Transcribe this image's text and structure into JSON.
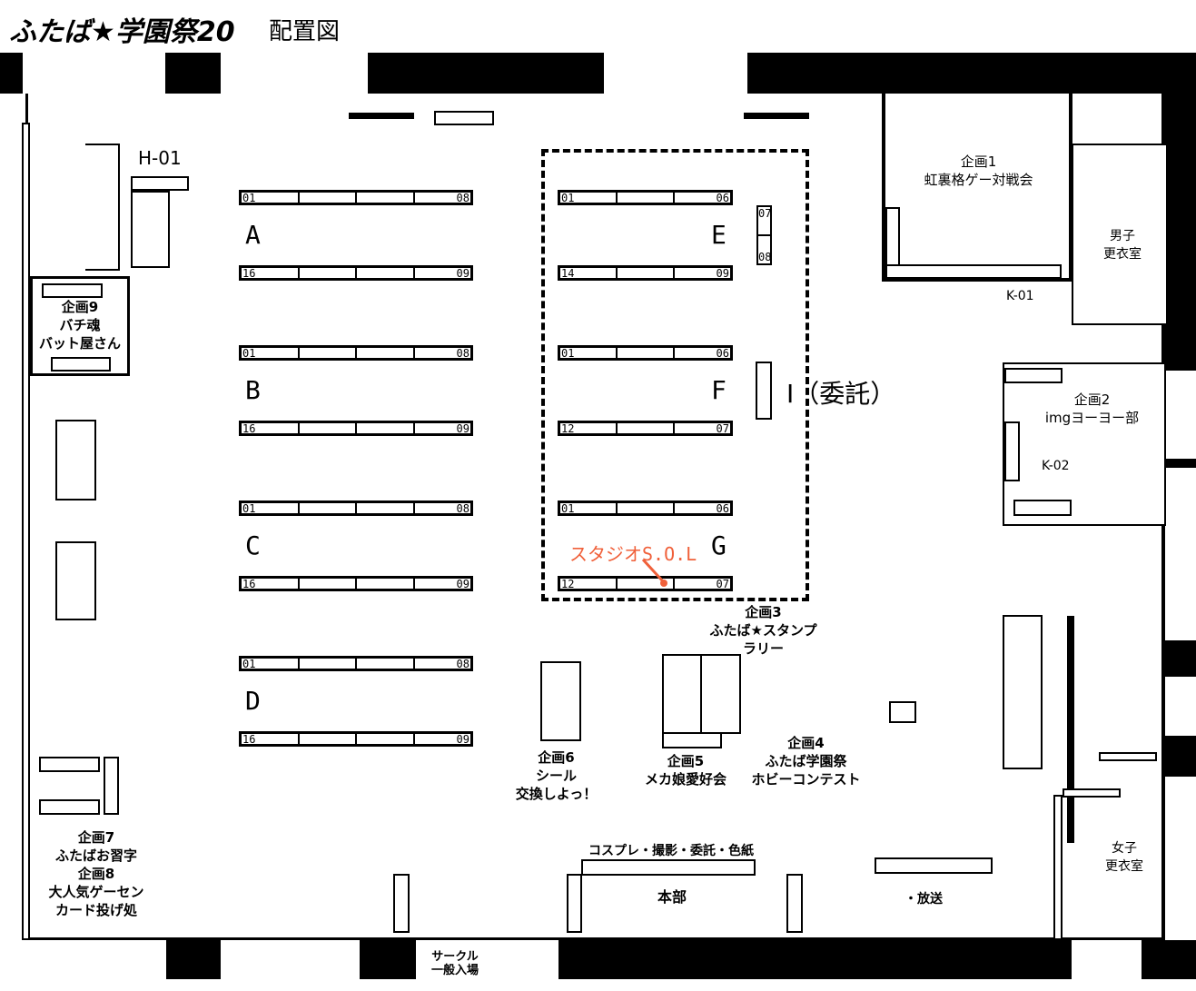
{
  "title": "ふたば★学園祭20",
  "subtitle": "配置図",
  "blocks_left": [
    {
      "letter": "A",
      "top": [
        "01",
        "08"
      ],
      "bottom": [
        "16",
        "09"
      ]
    },
    {
      "letter": "B",
      "top": [
        "01",
        "08"
      ],
      "bottom": [
        "16",
        "09"
      ]
    },
    {
      "letter": "C",
      "top": [
        "01",
        "08"
      ],
      "bottom": [
        "16",
        "09"
      ]
    },
    {
      "letter": "D",
      "top": [
        "01",
        "08"
      ],
      "bottom": [
        "16",
        "09"
      ]
    }
  ],
  "blocks_right": [
    {
      "letter": "E",
      "top": [
        "01",
        "06"
      ],
      "bottom": [
        "14",
        "09"
      ]
    },
    {
      "letter": "F",
      "top": [
        "01",
        "06"
      ],
      "bottom": [
        "12",
        "07"
      ]
    },
    {
      "letter": "G",
      "top": [
        "01",
        "06"
      ],
      "bottom": [
        "12",
        "07"
      ]
    }
  ],
  "e_side": [
    "07",
    "08"
  ],
  "consign_label": "I（委託）",
  "h01": "H-01",
  "k01": "K-01",
  "k02": "K-02",
  "annotation": {
    "text": "スタジオS.O.L",
    "color": "#f0603a"
  },
  "projects": {
    "p1": [
      "企画1",
      "虹裏格ゲー対戦会"
    ],
    "p2": [
      "企画2",
      "imgヨーヨー部"
    ],
    "p3": [
      "企画3",
      "ふたば★スタンプ",
      "ラリー"
    ],
    "p4": [
      "企画4",
      "ふたば学園祭",
      "ホビーコンテスト"
    ],
    "p5": [
      "企画5",
      "メカ娘愛好会"
    ],
    "p6": [
      "企画6",
      "シール",
      "交換しよっ！"
    ],
    "p78": [
      "企画7",
      "ふたばお習字",
      "企画8",
      "大人気ゲーセン",
      "カード投げ処"
    ],
    "p9": [
      "企画9",
      "バチ魂",
      "バット屋さん"
    ]
  },
  "rooms": {
    "male": [
      "男子",
      "更衣室"
    ],
    "female": [
      "女子",
      "更衣室"
    ]
  },
  "hq": "本部",
  "hq_top": "コスプレ・撮影・委託・色紙",
  "broadcast": "・放送",
  "entrance": [
    "サークル",
    "一般入場"
  ]
}
